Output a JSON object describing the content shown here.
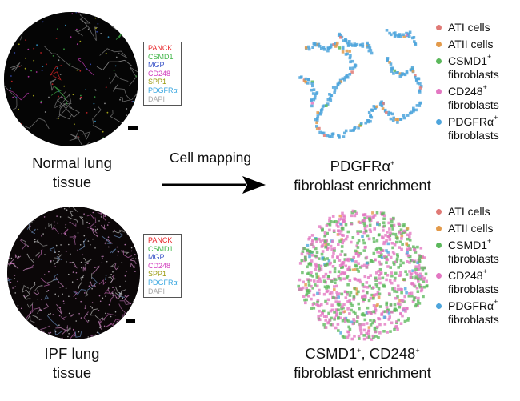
{
  "stain_legend": [
    "PANCK",
    "CSMD1",
    "MGP",
    "CD248",
    "SPP1",
    "PDGFRα",
    "DAPI"
  ],
  "stain_colors": [
    "#e8262a",
    "#41b649",
    "#3b55c8",
    "#d23fbf",
    "#c8c81e",
    "#3aa7e0",
    "#a9a9a9"
  ],
  "normal": {
    "label_line1": "Normal lung",
    "label_line2": "tissue"
  },
  "ipf": {
    "label_line1": "IPF lung",
    "label_line2": "tissue"
  },
  "cell_mapping_label": "Cell mapping",
  "top_result": {
    "line1": "PDGFRα",
    "line1_sup": "+",
    "line2": "fibroblast enrichment"
  },
  "bottom_result": {
    "line1a": "CSMD1",
    "line1a_sup": "+",
    "line1b": ", CD248",
    "line1b_sup": "+",
    "line2": "fibroblast enrichment"
  },
  "cell_legend": [
    {
      "label": "ATI cells",
      "sup": "",
      "sub": "",
      "color": "#e07a76"
    },
    {
      "label": "ATII cells",
      "sup": "",
      "sub": "",
      "color": "#e39a4a"
    },
    {
      "label": "CSMD1",
      "sup": "+",
      "sub": "fibroblasts",
      "color": "#5cb85c"
    },
    {
      "label": "CD248",
      "sup": "+",
      "sub": "fibroblasts",
      "color": "#e377c2"
    },
    {
      "label": "PDGFRα",
      "sup": "+",
      "sub": "fibroblasts",
      "color": "#4ea5dc"
    }
  ]
}
